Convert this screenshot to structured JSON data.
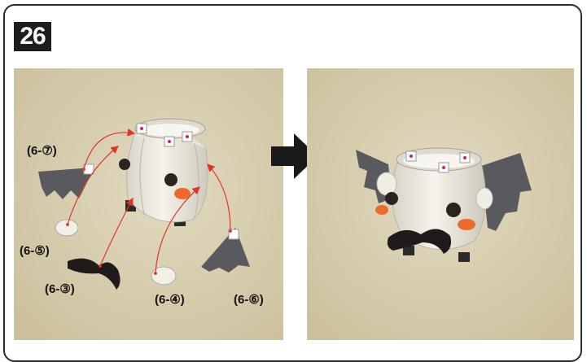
{
  "step": {
    "number": "26"
  },
  "parts": {
    "p67": "(6-⑦)",
    "p65": "(6-⑤)",
    "p63": "(6-③)",
    "p64": "(6-④)",
    "p66": "(6-⑥)"
  },
  "colors": {
    "badge": "#1e1e1e",
    "background": "#d9d0b2",
    "body": "#efece2",
    "wing": "#5a5a5e",
    "cheek": "#ec6a2b",
    "guide_line": "#e0352b",
    "arrow": "#1a1a1a"
  },
  "icons": [
    "bat-craft-parts",
    "bat-craft-assembled",
    "next-arrow-icon"
  ]
}
